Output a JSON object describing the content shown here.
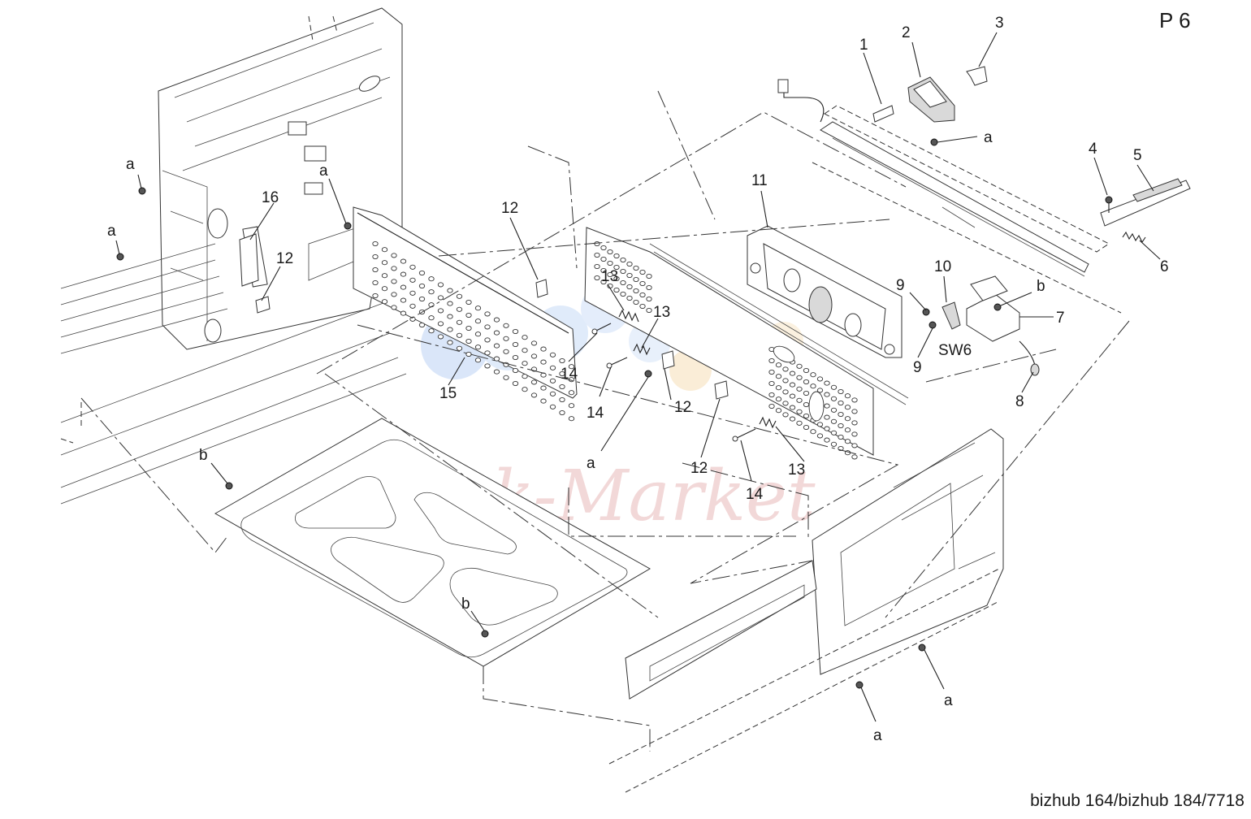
{
  "page_label": "P 6",
  "footer_text": "bizhub 164/bizhub 184/7718",
  "watermark": "Ink-Market",
  "callouts": {
    "c1": "1",
    "c2": "2",
    "c3": "3",
    "c4": "4",
    "c5": "5",
    "c6": "6",
    "c7": "7",
    "c8": "8",
    "c9a": "9",
    "c9b": "9",
    "c10": "10",
    "c11": "11",
    "c12a": "12",
    "c12b": "12",
    "c12c": "12",
    "c12d": "12",
    "c13a": "13",
    "c13b": "13",
    "c13c": "13",
    "c14a": "14",
    "c14b": "14",
    "c14c": "14",
    "c15": "15",
    "c16": "16",
    "sw6": "SW6",
    "a1": "a",
    "a2": "a",
    "a3": "a",
    "a4": "a",
    "a5": "a",
    "a6": "a",
    "a7": "a",
    "b1": "b",
    "b2": "b",
    "b3": "b"
  }
}
